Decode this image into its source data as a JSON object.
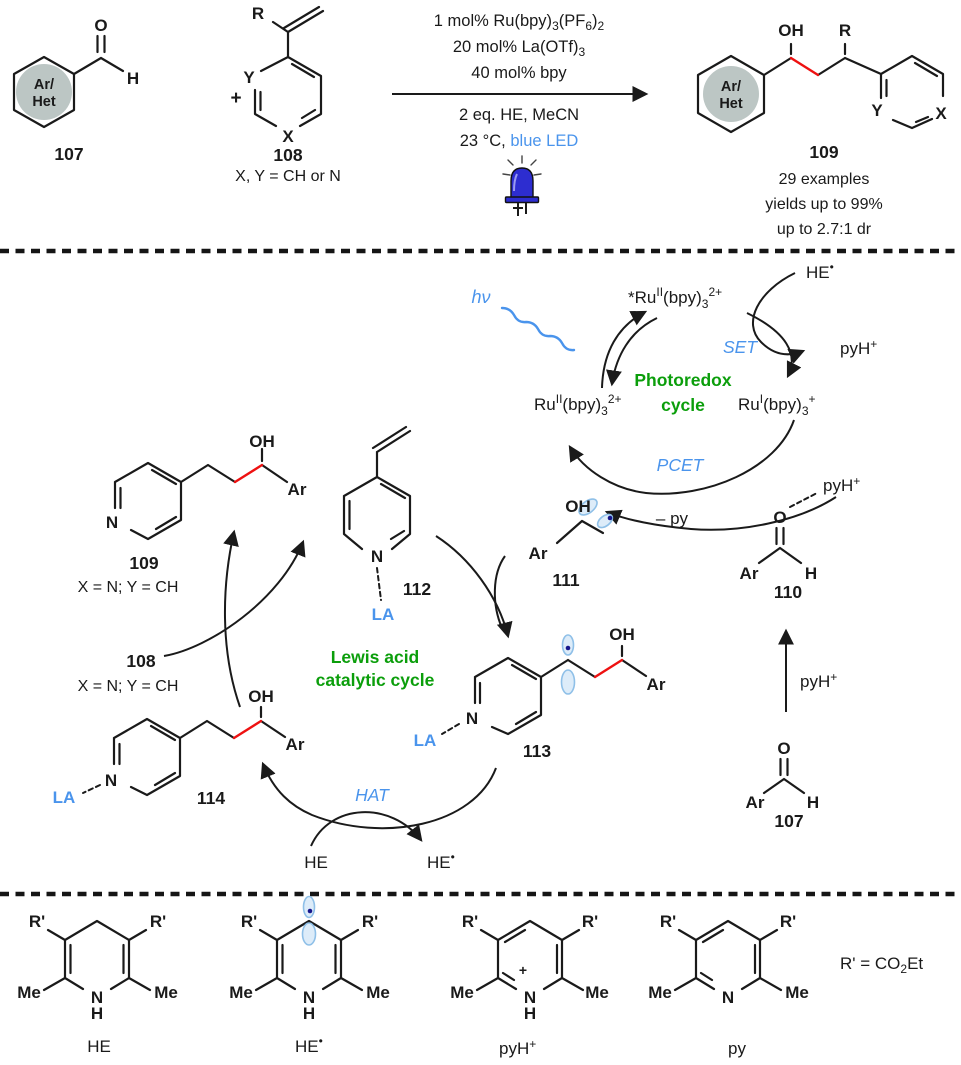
{
  "colors": {
    "bond_black": "#1a1a1a",
    "highlight_red": "#ee1111",
    "label_green": "#0b9e0b",
    "label_blue": "#4a94ec",
    "orbital_fill": "#ddecf9",
    "orbital_stroke": "#8fc0e8",
    "radical_dot": "#16168c",
    "aryl_circle_gray": "#bcc6c4",
    "led_body_blue": "#2d2dd0"
  },
  "top": {
    "s107": {
      "o": "O",
      "h": "H",
      "core1": "Ar/",
      "core2": "Het",
      "num": "107"
    },
    "plus": "+",
    "s108": {
      "r": "R",
      "y": "Y",
      "x": "X",
      "num": "108",
      "note": "X, Y = CH or N"
    },
    "cond": {
      "l1a": "1 mol% Ru(bpy)",
      "l1b": "3",
      "l1c": "(PF",
      "l1d": "6",
      "l1e": ")",
      "l1f": "2",
      "l2a": "20 mol% La(OTf)",
      "l2b": "3",
      "l3": "40 mol% bpy",
      "l4": "2 eq. HE, MeCN",
      "l5a": "23 °C, ",
      "l5b": "blue LED"
    },
    "s109": {
      "oh": "OH",
      "r": "R",
      "core1": "Ar/",
      "core2": "Het",
      "y": "Y",
      "x": "X",
      "num": "109",
      "line1": "29 examples",
      "line2": "yields up to 99%",
      "line3": "up to 2.7:1 dr"
    }
  },
  "mech": {
    "hv": "hν",
    "ru_ex": {
      "a": "*Ru",
      "b": "II",
      "c": "(bpy)",
      "d": "3",
      "e": "2+"
    },
    "ru2": {
      "a": "Ru",
      "b": "II",
      "c": "(bpy)",
      "d": "3",
      "e": "2+"
    },
    "ru1": {
      "a": "Ru",
      "b": "I",
      "c": "(bpy)",
      "d": "3",
      "e": "+"
    },
    "he_rad_top": {
      "a": "HE",
      "b": "•"
    },
    "pyh_top": {
      "a": "pyH",
      "b": "+"
    },
    "set": "SET",
    "pcet": "PCET",
    "hat": "HAT",
    "photoredox": {
      "l1": "Photoredox",
      "l2": "cycle"
    },
    "lewis": {
      "l1": "Lewis acid",
      "l2": "catalytic cycle"
    },
    "minus_py": "– py",
    "pyh_110": {
      "a": "pyH",
      "b": "+"
    },
    "pyh_step": {
      "a": "pyH",
      "b": "+"
    },
    "s110": {
      "o": "O",
      "ar": "Ar",
      "h": "H",
      "num": "110"
    },
    "s111": {
      "oh": "OH",
      "ar": "Ar",
      "num": "111"
    },
    "s112": {
      "n": "N",
      "la": "LA",
      "num": "112"
    },
    "s113": {
      "n": "N",
      "la": "LA",
      "oh": "OH",
      "ar": "Ar",
      "num": "113"
    },
    "s114": {
      "n": "N",
      "la": "LA",
      "oh": "OH",
      "ar": "Ar",
      "num": "114"
    },
    "s109c": {
      "n": "N",
      "oh": "OH",
      "ar": "Ar",
      "num": "109",
      "note": "X = N; Y = CH"
    },
    "s108c": {
      "num": "108",
      "note": "X = N; Y = CH"
    },
    "s107c": {
      "o": "O",
      "ar": "Ar",
      "h": "H",
      "num": "107"
    },
    "he": "HE",
    "he_rad": {
      "a": "HE",
      "b": "•"
    }
  },
  "bottom": {
    "he": {
      "rp1": "R'",
      "rp2": "R'",
      "me1": "Me",
      "me2": "Me",
      "n": "N",
      "h": "H",
      "label": "HE"
    },
    "he_rad": {
      "rp1": "R'",
      "rp2": "R'",
      "me1": "Me",
      "me2": "Me",
      "n": "N",
      "h": "H",
      "label_a": "HE",
      "label_b": "•"
    },
    "pyh": {
      "rp1": "R'",
      "rp2": "R'",
      "me1": "Me",
      "me2": "Me",
      "n": "N",
      "h": "H",
      "plus": "+",
      "label_a": "pyH",
      "label_b": "+"
    },
    "py": {
      "rp1": "R'",
      "rp2": "R'",
      "me1": "Me",
      "me2": "Me",
      "n": "N",
      "label": "py"
    },
    "rdef": {
      "a": "R' = CO",
      "b": "2",
      "c": "Et"
    }
  }
}
